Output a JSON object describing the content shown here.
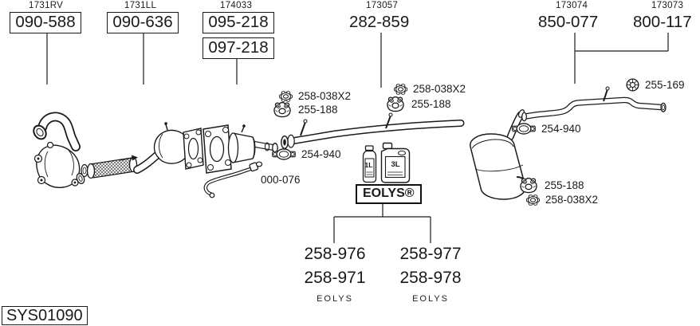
{
  "page": {
    "background": "#ffffff",
    "line_color": "#1a1a1a"
  },
  "diagram_code": {
    "label": "SYS01090"
  },
  "reference_groups": [
    {
      "ref": "1731RV",
      "numbers": [
        "090-588"
      ],
      "boxed": true
    },
    {
      "ref": "1731LL",
      "numbers": [
        "090-636"
      ],
      "boxed": true
    },
    {
      "ref": "174033",
      "numbers": [
        "095-218",
        "097-218"
      ],
      "boxed": true
    },
    {
      "ref": "173057",
      "numbers": [
        "282-859"
      ],
      "boxed": false
    },
    {
      "ref": "173074",
      "numbers": [
        "850-077"
      ],
      "boxed": false
    },
    {
      "ref": "173073",
      "numbers": [
        "800-117"
      ],
      "boxed": false
    }
  ],
  "hardware_labels": [
    {
      "icon": "flange-nut",
      "number": "258-038X2"
    },
    {
      "icon": "rubber-hanger",
      "number": "255-188"
    },
    {
      "icon": "flange-nut",
      "number": "258-038X2"
    },
    {
      "icon": "rubber-hanger",
      "number": "255-188"
    },
    {
      "icon": "grommet",
      "number": "255-169"
    },
    {
      "icon": "clamp",
      "number": "254-940"
    },
    {
      "icon": "clamp",
      "number": "254-940"
    },
    {
      "icon": "rubber-hanger",
      "number": "255-188"
    },
    {
      "icon": "flange-nut",
      "number": "258-038X2"
    },
    {
      "icon": "none",
      "number": "000-076"
    }
  ],
  "additive": {
    "box_label": "EOLYS®",
    "bottles": [
      {
        "size": "1L"
      },
      {
        "size": "3L"
      }
    ],
    "columns": [
      {
        "numbers": [
          "258-976",
          "258-971"
        ],
        "caption": "EOLYS"
      },
      {
        "numbers": [
          "258-977",
          "258-978"
        ],
        "caption": "EOLYS"
      }
    ]
  }
}
